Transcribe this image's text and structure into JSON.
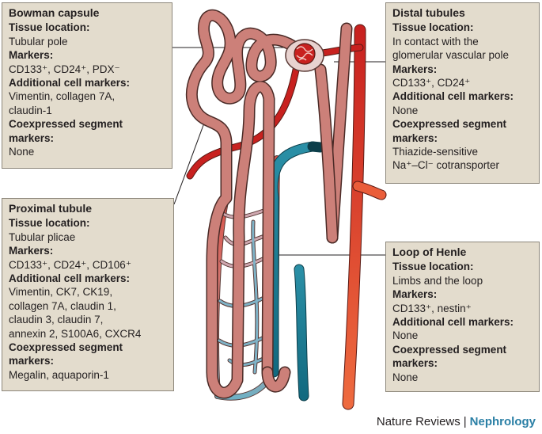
{
  "boxes": {
    "bowman": {
      "title": "Bowman capsule",
      "loc_label": "Tissue location:",
      "loc": "Tubular pole",
      "markers_label": "Markers:",
      "markers": "CD133⁺, CD24⁺, PDX⁻",
      "add_label": "Additional cell markers:",
      "add_lines": [
        "Vimentin, collagen 7A,",
        "claudin-1"
      ],
      "coex_label": "Coexpressed segment markers:",
      "coex_lines": [
        "None"
      ]
    },
    "proximal": {
      "title": "Proximal tubule",
      "loc_label": "Tissue location:",
      "loc": "Tubular plicae",
      "markers_label": "Markers:",
      "markers": "CD133⁺, CD24⁺, CD106⁺",
      "add_label": "Additional cell markers:",
      "add_lines": [
        "Vimentin, CK7, CK19,",
        "collagen 7A,  claudin 1,",
        "claudin 3, claudin 7,",
        "annexin 2, S100A6, CXCR4"
      ],
      "coex_label": "Coexpressed segment markers:",
      "coex_lines": [
        "Megalin, aquaporin-1"
      ]
    },
    "distal": {
      "title": "Distal tubules",
      "loc_label": "Tissue location:",
      "loc_lines": [
        "In contact with the",
        "glomerular vascular pole"
      ],
      "markers_label": "Markers:",
      "markers": "CD133⁺, CD24⁺",
      "add_label": "Additional cell markers:",
      "add_lines": [
        "None"
      ],
      "coex_label": "Coexpressed segment markers:",
      "coex_lines": [
        "Thiazide-sensitive",
        "Na⁺–Cl⁻ cotransporter"
      ]
    },
    "henle": {
      "title": "Loop of Henle",
      "loc_label": "Tissue location:",
      "loc": "Limbs and the loop",
      "markers_label": "Markers:",
      "markers": "CD133⁺, nestin⁺",
      "add_label": "Additional cell markers:",
      "add_lines": [
        "None"
      ],
      "coex_label": "Coexpressed segment markers:",
      "coex_lines": [
        "None"
      ]
    }
  },
  "footer": {
    "publisher": "Nature Reviews",
    "separator": "|",
    "journal": "Nephrology"
  },
  "colors": {
    "box_fill": "#e3dccd",
    "box_border": "#8d877b",
    "tubule": "#cc8079",
    "tubule_outline": "#5a3a36",
    "artery": "#c8211f",
    "artery_light": "#e85a3a",
    "vein": "#1a7f95",
    "journal": "#2a7fa5"
  }
}
